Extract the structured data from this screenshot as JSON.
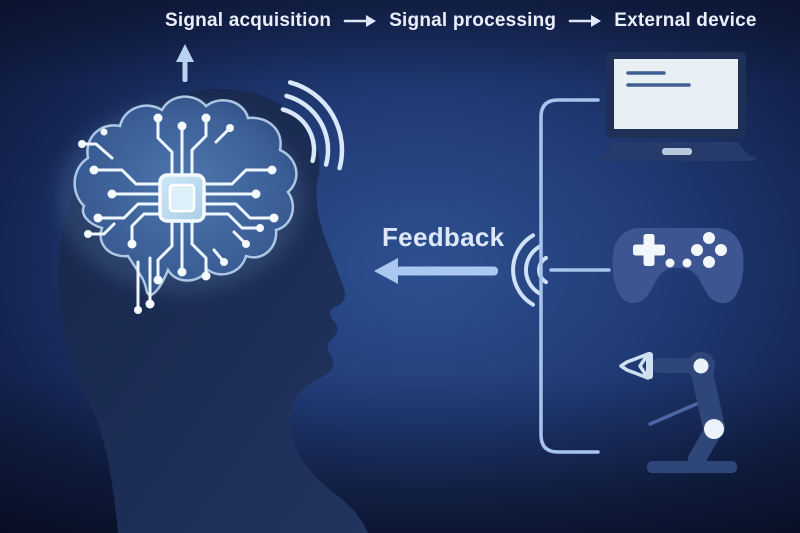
{
  "pipeline": {
    "steps": [
      {
        "label": "Signal acquisition"
      },
      {
        "label": "Signal processing"
      },
      {
        "label": "External device"
      }
    ]
  },
  "feedback": {
    "label": "Feedback"
  },
  "icons": {
    "arrow_right": "arrow-right-icon",
    "arrow_up": "arrow-up-icon",
    "arrow_left": "feedback-arrow-left-icon",
    "head": "head-silhouette",
    "brain_chip": "brain-circuit-chip-icon",
    "wireless_head": "head-wireless-signal-icon",
    "wireless_feedback": "feedback-wireless-signal-icon",
    "bracket": "device-connector-bracket",
    "laptop": "laptop-icon",
    "controller": "game-controller-icon",
    "robot": "robot-arm-icon"
  },
  "colors": {
    "background_center": "#2e5090",
    "background_edge": "#0a122e",
    "silhouette": "#1c2b50",
    "brain_fill": "#4673b4",
    "circuit_line": "#eef6ff",
    "accent_line": "#a9c4ec",
    "arrow": "#aac8f0",
    "signal_arc": "#d8e8fa",
    "device_body": "#3d5590",
    "device_dark": "#2f4679",
    "screen_fill": "#e9f0f5",
    "text": "#e9eef8"
  }
}
